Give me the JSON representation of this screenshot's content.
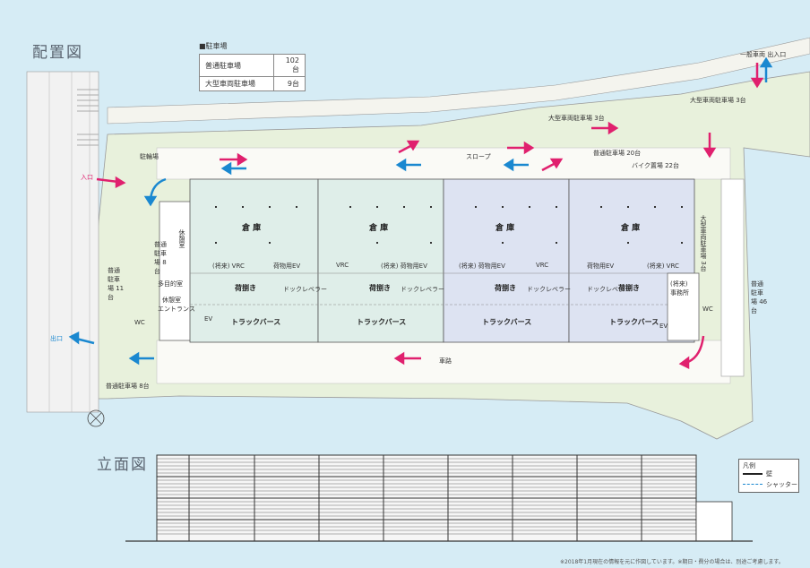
{
  "titles": {
    "site_plan": "配置図",
    "elevation": "立面図"
  },
  "parking": {
    "header": "■駐車場",
    "rows": [
      {
        "label": "普通駐車場",
        "value": "102台"
      },
      {
        "label": "大型車両駐車場",
        "value": "9台"
      }
    ]
  },
  "labels": {
    "entrance_in": "入口",
    "exit_out": "出口",
    "general_entry": "一般車両 出入口",
    "large_parking_3a": "大型車両駐車場 3台",
    "large_parking_3b": "大型車両駐車場 3台",
    "normal_parking_20": "普通駐車場 20台",
    "bike_parking_22": "バイク置場 22台",
    "slope": "スロープ",
    "bicycle": "駐輪場",
    "warehouse_1": "倉 庫",
    "warehouse_2": "倉 庫",
    "warehouse_3": "倉 庫",
    "warehouse_4": "倉 庫",
    "future_vrc_1": "(将来) VRC",
    "freight_ev_1": "荷物用EV",
    "vrc_2": "VRC",
    "future_freight_ev": "(将来) 荷物用EV",
    "future_freight_ev_2": "(将来) 荷物用EV",
    "vrc_3": "VRC",
    "freight_ev_4": "荷物用EV",
    "future_vrc_4": "(将来) VRC",
    "loading_1": "荷捌き",
    "loading_2": "荷捌き",
    "loading_3": "荷捌き",
    "loading_4": "荷捌き",
    "dock_1": "ドックレベラー",
    "dock_2": "ドックレベラー",
    "dock_3": "ドックレベラー",
    "dock_4": "ドックレベラー",
    "truck_1": "トラックバース",
    "truck_2": "トラックバース",
    "truck_3": "トラックバース",
    "truck_4": "トラックバース",
    "entrance_hall": "エントランス",
    "multipurpose": "多目的室",
    "lounge": "休憩室",
    "break_room": "休憩室",
    "wc_left": "WC",
    "wc_right": "WC",
    "ev_left": "EV",
    "ev_right": "EV",
    "future_office": "(将来) 事務所",
    "road": "車路",
    "normal_parking_8_top": "普通 駐車場 8台",
    "normal_parking_11": "普通 駐車場 11台",
    "normal_parking_8_bottom": "普通駐車場 8台",
    "normal_parking_46": "普通 駐車場 46台",
    "large_parking_vertical": "大型車両駐車場 3台"
  },
  "legend": {
    "title": "凡例",
    "wall": "壁",
    "shutter": "シャッター"
  },
  "footnote": "※2018年1月現在の情報を元に作図しています。※期日・費分の場合は、別途ご考慮します。",
  "colors": {
    "sea": "#d6ecf5",
    "ground": "#e8f1dc",
    "warehouse_green": "#dfeee9",
    "warehouse_blue": "#dde3f2",
    "arrow_pink": "#e0206e",
    "arrow_blue": "#1a88d0"
  }
}
